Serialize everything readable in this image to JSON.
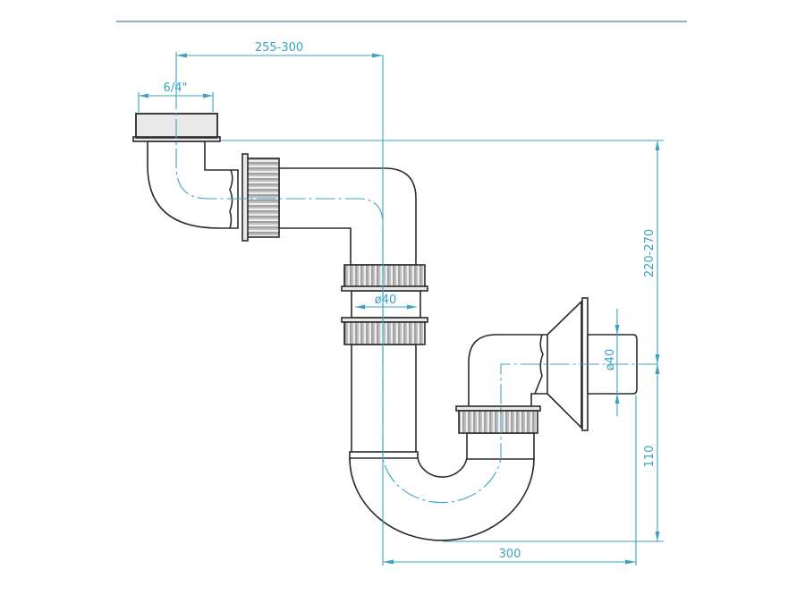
{
  "drawing": {
    "title": "Bottle siphon / S-trap technical drawing",
    "dimensions": {
      "inlet_to_riser": "255-300",
      "inlet_thread": "6/4\"",
      "riser_diameter": "ø40",
      "outlet_diameter": "ø40",
      "inlet_to_outlet_height": "220-270",
      "outlet_height": "110",
      "outlet_length": "300"
    },
    "colors": {
      "dimension": "#3ba3bf",
      "outline": "#2b2b2b"
    }
  }
}
